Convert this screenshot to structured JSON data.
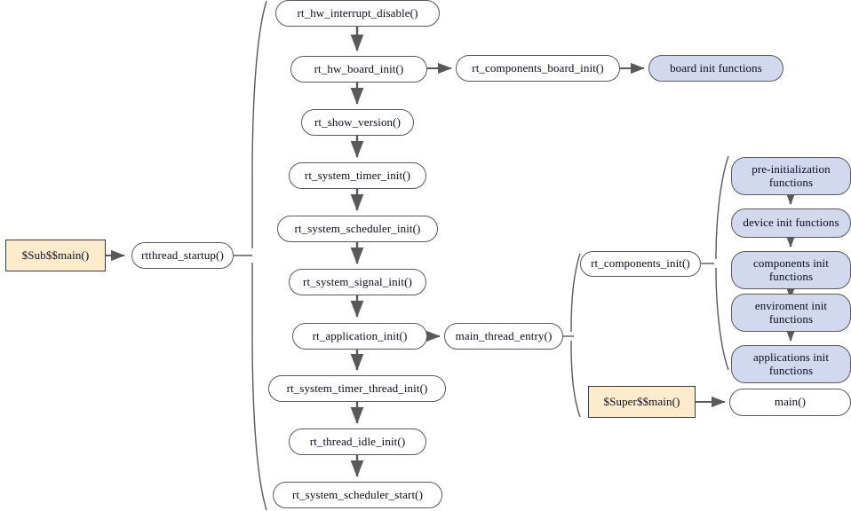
{
  "diagram": {
    "title": "RT-Thread startup sequence flowchart",
    "colors": {
      "node_fill": "#ffffff",
      "node_blue_fill": "#d2d8ee",
      "node_cream_fill": "#fdeccb",
      "stroke": "#595959",
      "arrow": "#595959",
      "text": "#0a0a23"
    },
    "entry": {
      "sub_main": "$Sub$$main()",
      "rtthread_startup": "rtthread_startup()"
    },
    "startup_chain": [
      {
        "label": "rt_hw_interrupt_disable()"
      },
      {
        "label": "rt_hw_board_init()"
      },
      {
        "label": "rt_show_version()"
      },
      {
        "label": "rt_system_timer_init()"
      },
      {
        "label": "rt_system_scheduler_init()"
      },
      {
        "label": "rt_system_signal_init()"
      },
      {
        "label": "rt_application_init()"
      },
      {
        "label": "rt_system_timer_thread_init()"
      },
      {
        "label": "rt_thread_idle_init()"
      },
      {
        "label": "rt_system_scheduler_start()"
      }
    ],
    "board_branch": {
      "components_board_init": "rt_components_board_init()",
      "board_init_functions": "board init functions"
    },
    "app_branch": {
      "main_thread_entry": "main_thread_entry()",
      "components_init": "rt_components_init()",
      "super_main": "$Super$$main()",
      "main": "main()"
    },
    "components_init_chain": [
      {
        "label": "pre-initialization functions"
      },
      {
        "label": "device init functions"
      },
      {
        "label": "components init functions"
      },
      {
        "label": "enviroment init functions"
      },
      {
        "label": "applications init functions"
      }
    ]
  }
}
